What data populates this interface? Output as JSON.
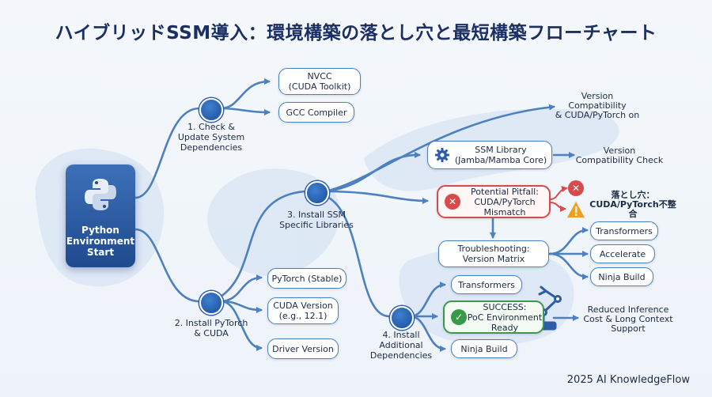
{
  "title": "ハイブリッドSSM導入：環境構築の落とし穴と最短構築フローチャート",
  "start": {
    "label": "Python\nEnvironment\nStart"
  },
  "steps": [
    {
      "label": "1. Check &\nUpdate System\nDependencies"
    },
    {
      "label": "2. Install PyTorch\n& CUDA"
    },
    {
      "label": "3. Install SSM\nSpecific Libraries"
    },
    {
      "label": "4. Install\nAdditional\nDependencies"
    }
  ],
  "system_deps": {
    "nvcc": "NVCC\n(CUDA Toolkit)",
    "gcc": "GCC Compiler"
  },
  "pytorch_items": {
    "pytorch": "PyTorch (Stable)",
    "cuda": "CUDA Version\n(e.g., 12.1)",
    "driver": "Driver Version"
  },
  "ssm": {
    "library": "SSM Library\n(Jamba/Mamba Core)",
    "pitfall": "Potential Pitfall:\nCUDA/PyTorch\nMismatch",
    "troubleshooting": "Troubleshooting:\nVersion Matrix",
    "compat_top": "Version\nCompatibility\n& CUDA/PyTorch on",
    "compat_check": "Version\nCompatibility Check",
    "pitfall_note": "落とし穴：\nCUDA/PyTorch不整合"
  },
  "troubleshooting_items": [
    "Transformers",
    "Accelerate",
    "Ninja Build"
  ],
  "additional": {
    "transformers": "Transformers",
    "success": "SUCCESS:\nPoC Environment\nReady",
    "ninja": "Ninja Build",
    "outcome": "Reduced Inference\nCost & Long Context\nSupport"
  },
  "footer": "2025 AI KnowledgeFlow",
  "colors": {
    "accent": "#2d5da8",
    "line": "#4d80bf",
    "pitfall": "#d94b4b",
    "success": "#3a9a4a",
    "warning": "#f0a020"
  },
  "icons": [
    "python-logo",
    "gear-icon",
    "error-x-icon",
    "warning-icon",
    "check-icon",
    "robot-arm-icon"
  ]
}
